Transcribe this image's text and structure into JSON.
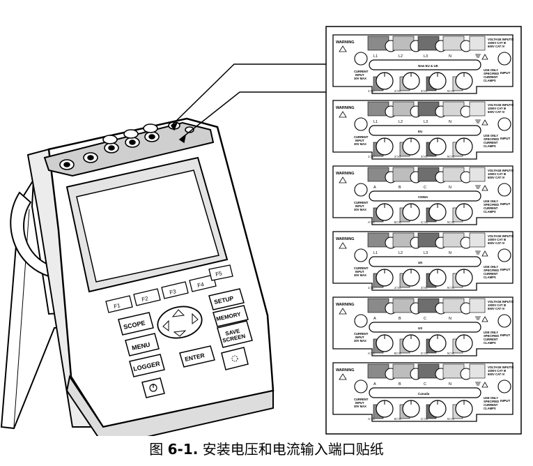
{
  "caption": {
    "prefix": "图 ",
    "number": "6-1.",
    "text": " 安装电压和电流输入端口贴纸"
  },
  "device": {
    "buttons": {
      "f1": "F1",
      "f2": "F2",
      "f3": "F3",
      "f4": "F4",
      "f5": "F5",
      "scope": "SCOPE",
      "menu": "MENU",
      "logger": "LOGGER",
      "setup": "SETUP",
      "memory": "MEMORY",
      "save_1": "SAVE",
      "save_2": "SCREEN",
      "enter": "ENTER"
    }
  },
  "stickers": [
    {
      "ports": [
        "L1",
        "L2",
        "L3",
        "N"
      ],
      "clamps": [
        "1⊃C",
        "2⊃C",
        "3⊃C",
        "N⊃C"
      ],
      "code": "New EU & UK"
    },
    {
      "ports": [
        "L1",
        "L2",
        "L3",
        "N"
      ],
      "clamps": [
        "1⊃C",
        "2⊃C",
        "3⊃C",
        "N⊃C"
      ],
      "code": "EU"
    },
    {
      "ports": [
        "A",
        "B",
        "C",
        "N"
      ],
      "clamps": [
        "A⊃C",
        "B⊃C",
        "C⊃C",
        "N⊃C"
      ],
      "code": "CHINA"
    },
    {
      "ports": [
        "L1",
        "L2",
        "L3",
        "N"
      ],
      "clamps": [
        "1⊃C",
        "2⊃C",
        "3⊃C",
        "N⊃C"
      ],
      "code": "UK"
    },
    {
      "ports": [
        "A",
        "B",
        "C",
        "N"
      ],
      "clamps": [
        "A⊃C",
        "B⊃C",
        "C⊃C",
        "N⊃C"
      ],
      "code": "US"
    },
    {
      "ports": [
        "A",
        "B",
        "C",
        "N"
      ],
      "clamps": [
        "A⊃C",
        "B⊃C",
        "C⊃C",
        "N⊃C"
      ],
      "code": "Canada"
    }
  ],
  "sticker_text": {
    "warning": "WARNING",
    "current_1": "CURRENT",
    "current_2": "INPUT",
    "current_3": "30V MAX",
    "voltage_1": "VOLTAGE INPUTS:",
    "voltage_2": "1000V CAT III",
    "voltage_3": "600V CAT IV",
    "use_1": "USE ONLY",
    "use_2": "SPECIFIED",
    "use_3": "CURRENT",
    "use_4": "CLAMPS",
    "input": "INPUT"
  }
}
